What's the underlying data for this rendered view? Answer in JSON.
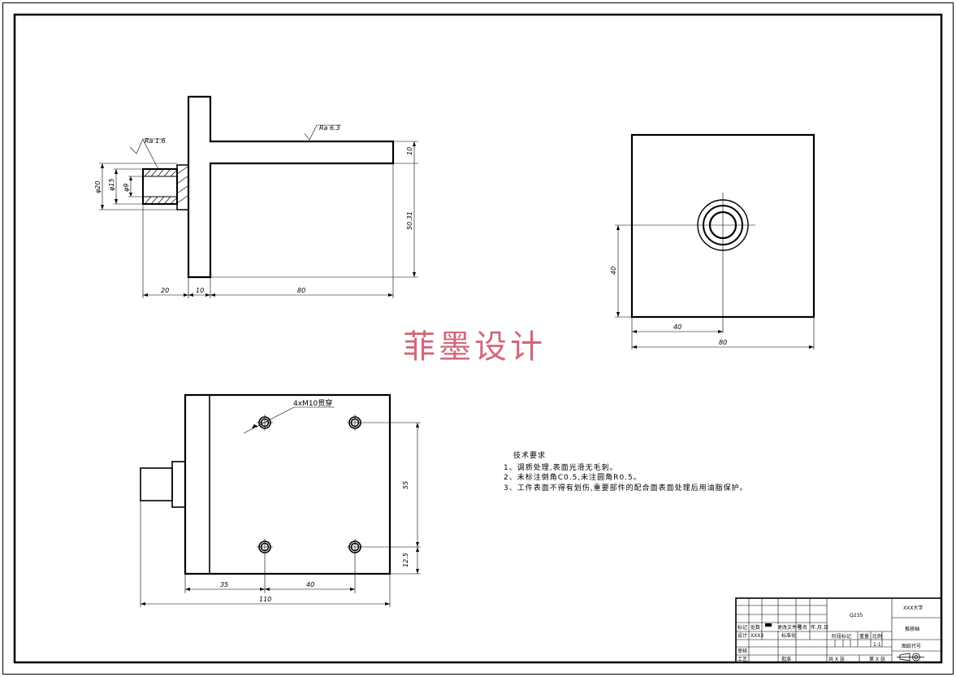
{
  "watermark": "菲墨设计",
  "front_view": {
    "roughness_left": "Ra 1.6",
    "roughness_top": "Ra 6.3",
    "dims": {
      "phi20": "φ20",
      "phi15": "φ15",
      "phi9": "φ9",
      "d10_right": "10",
      "d50_31": "50.31",
      "d20": "20",
      "d10": "10",
      "d80": "80"
    }
  },
  "side_view": {
    "dims": {
      "d40_vert": "40",
      "d40_horiz": "40",
      "d80": "80"
    }
  },
  "top_view": {
    "hole_callout": "4xM10贯穿",
    "dims": {
      "d55": "55",
      "d12_5": "12.5",
      "d35": "35",
      "d40": "40",
      "d110": "110"
    }
  },
  "tech_requirements": {
    "title": "技术要求",
    "items": [
      "1、调质处理,表面光滑无毛刺。",
      "2、未标注倒角C0.5,未注圆角R0.5。",
      "3、工件表面不得有划伤,重要部件的配合面表面处理后用油脂保护。"
    ]
  },
  "title_block": {
    "material": "Q235",
    "school": "XXX大学",
    "part_name": "推移轴",
    "drawing_code": "图纸代号",
    "mark": "标记",
    "count": "处数",
    "change_file": "更改文件号",
    "signature": "签名",
    "date": "年.月.日",
    "design": "设计",
    "design_name": "XXXX",
    "standardize": "标准化",
    "stage_mark": "阶段标记",
    "weight": "重量",
    "scale": "比例",
    "scale_value": "1:1",
    "review": "审核",
    "process": "工艺",
    "approve": "批准",
    "total_sheets": "共 X 张",
    "sheet_no": "第 X 张"
  }
}
